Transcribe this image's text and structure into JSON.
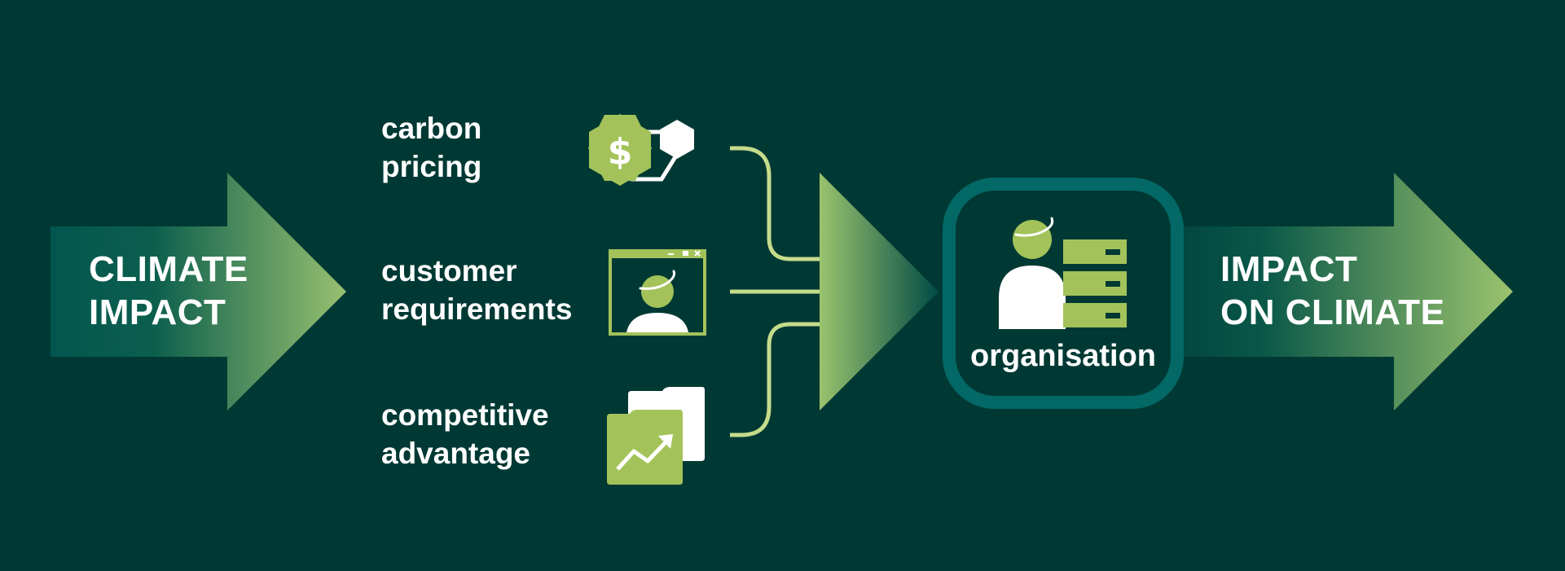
{
  "diagram": {
    "input_arrow": {
      "lines": [
        "CLIMATE",
        "IMPACT"
      ]
    },
    "drivers": [
      {
        "lines": [
          "carbon",
          "pricing"
        ],
        "icon": "dollar-hexagon-icon"
      },
      {
        "lines": [
          "customer",
          "requirements"
        ],
        "icon": "person-window-icon"
      },
      {
        "lines": [
          "competitive",
          "advantage"
        ],
        "icon": "growth-chart-folder-icon"
      }
    ],
    "organisation": {
      "label": "organisation",
      "icon": "person-server-icon"
    },
    "output_arrow": {
      "lines": [
        "IMPACT",
        "ON CLIMATE"
      ]
    }
  },
  "colors": {
    "background": "#003934",
    "accent_green": "#a3c35a",
    "line_green": "#c5dc8b",
    "teal_frame": "#036866",
    "text": "#ffffff"
  }
}
